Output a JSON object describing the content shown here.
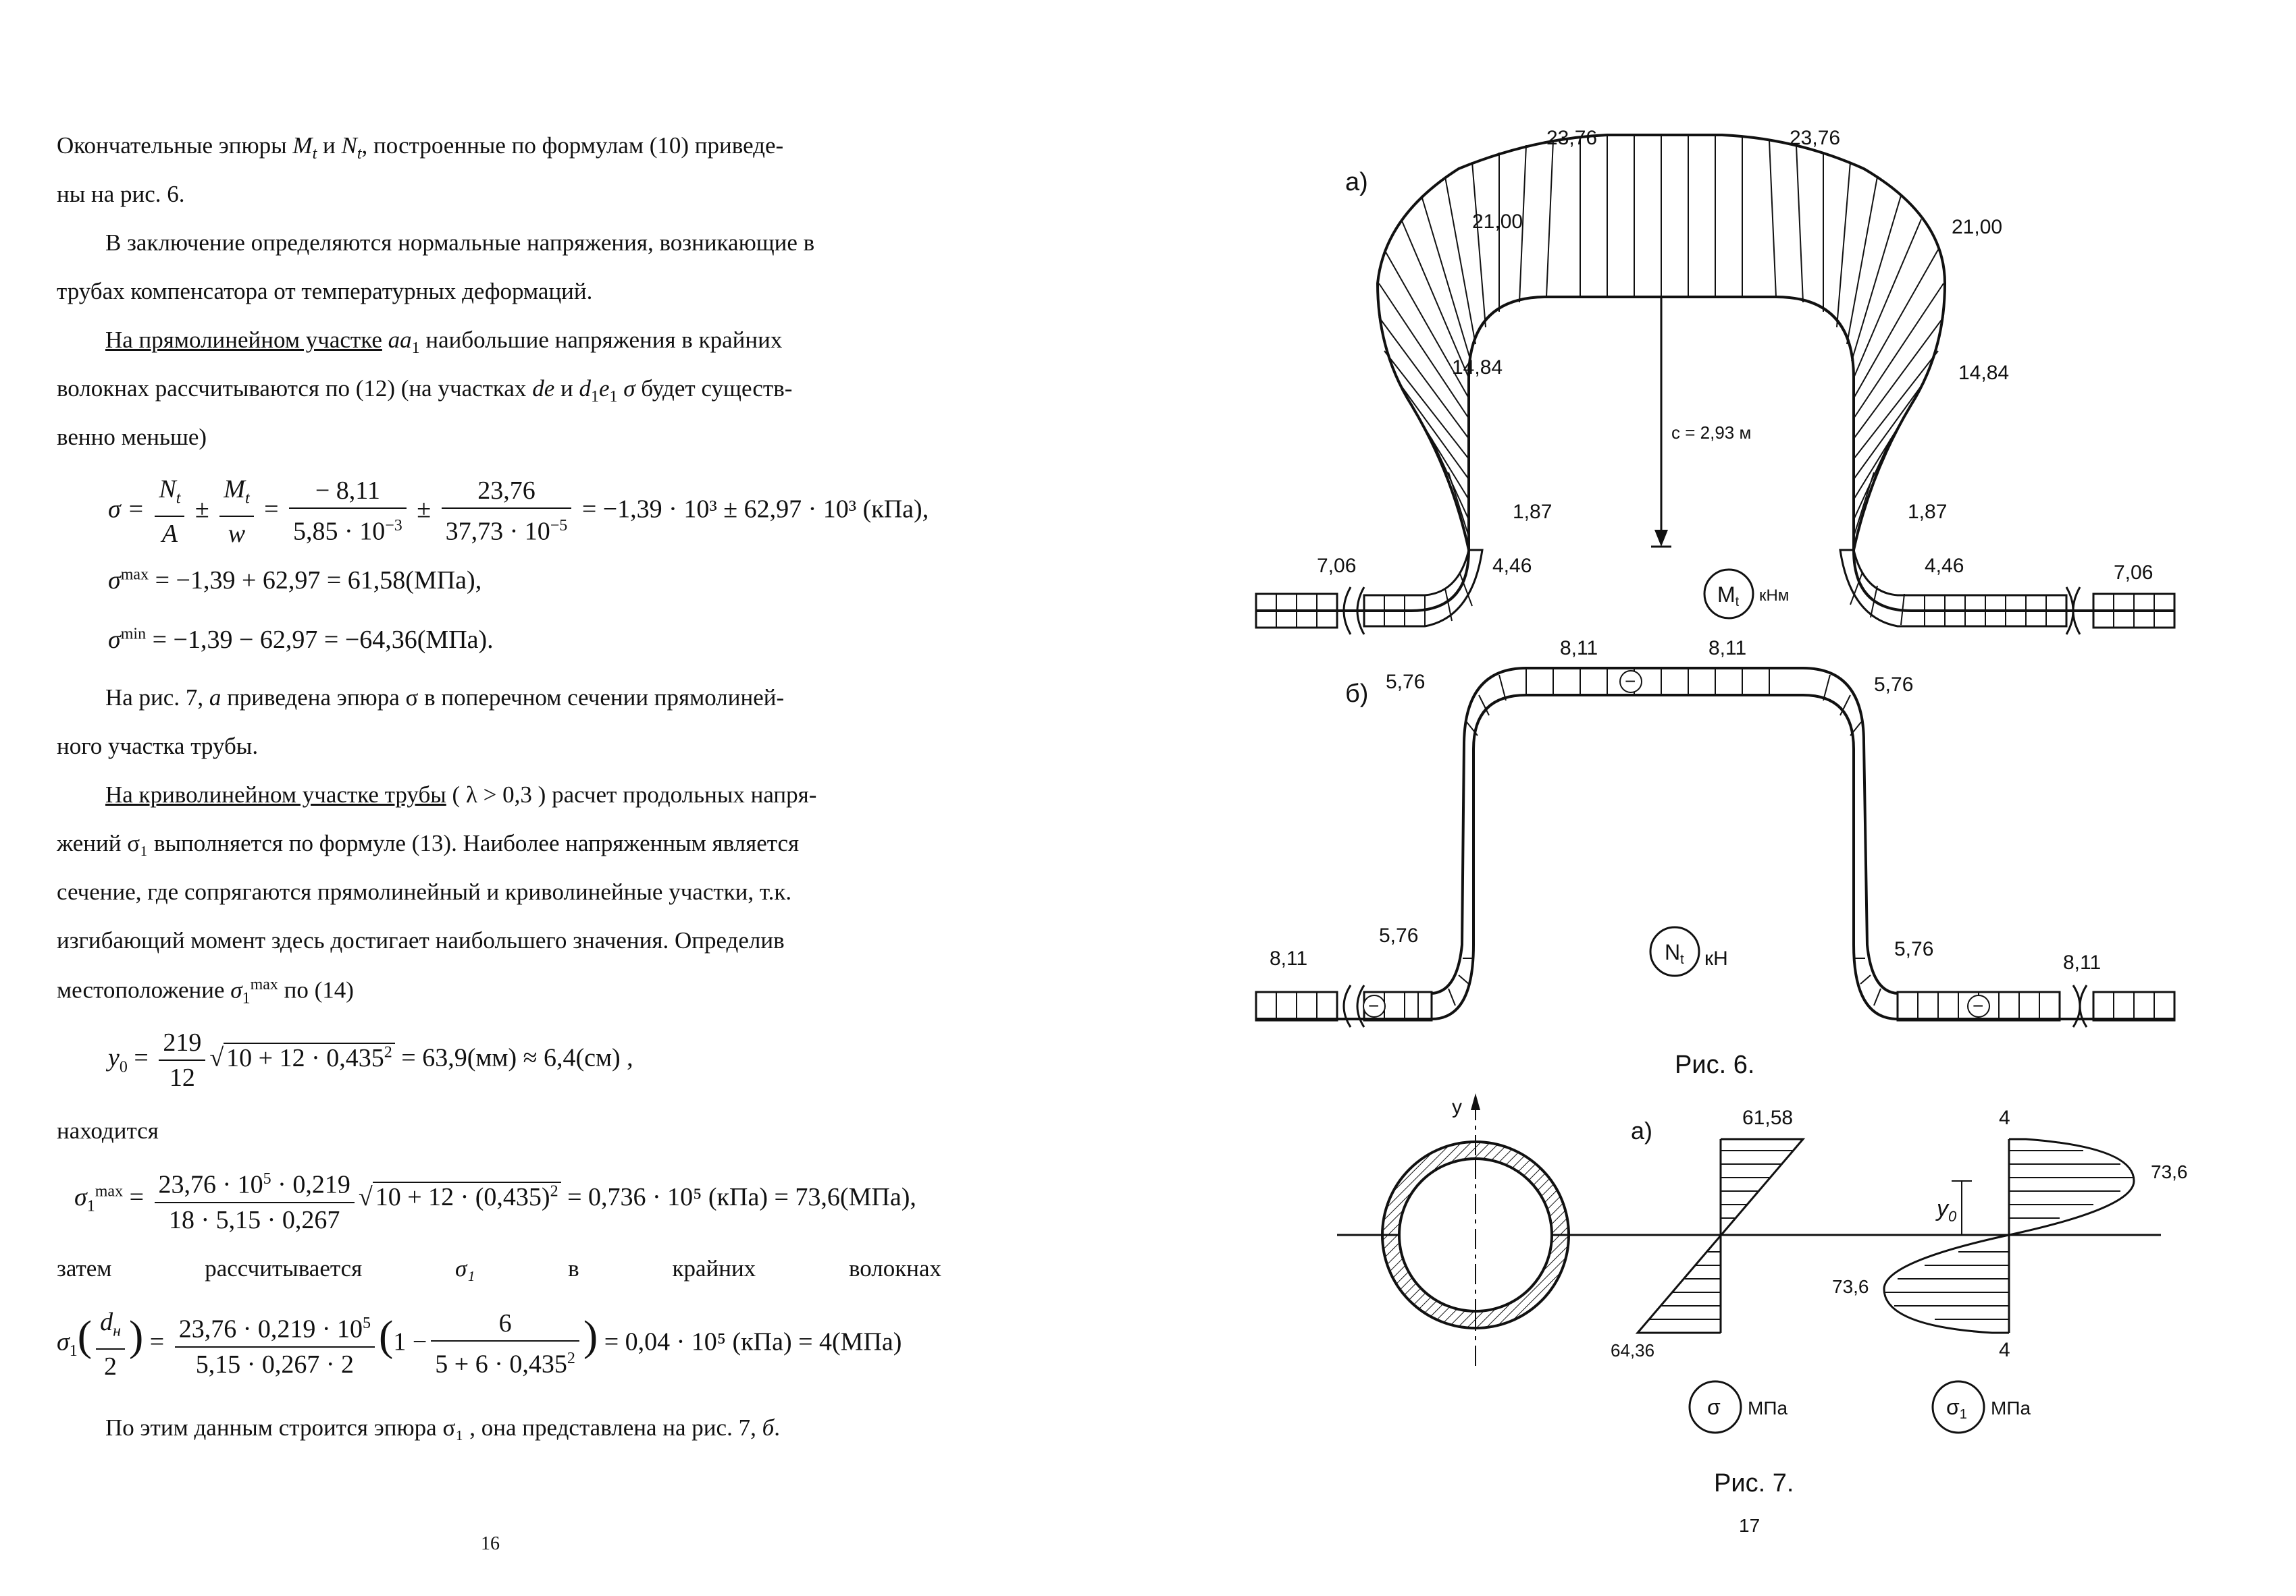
{
  "left_page": {
    "p1": {
      "t1": "Окончательные эпюры ",
      "m": "M",
      "m_sub": "t",
      "and": " и ",
      "n": "N",
      "n_sub": "t",
      "t2": ", построенные по формулам (10) приведе-",
      "t3": "ны на рис. 6."
    },
    "p2": {
      "l1": "В заключение определяются нормальные напряжения, возникающие в",
      "l2": "трубах компенсатора от температурных деформаций."
    },
    "p3": {
      "u": "На прямолинейном участке",
      "aa": "aa",
      "aa_sub": "1",
      "l1": " наибольшие напряжения в крайних",
      "l2a": "волокнах рассчитываются по (12)  (на участках ",
      "de": "de",
      "and": " и ",
      "d1e1": "d",
      "d1e1_sub": "1",
      "d1e1_e": "e",
      "d1e1_sub2": "1",
      "sig": " σ ",
      "l2b": "будет существ-",
      "l3": "венно меньше)"
    },
    "eq1": {
      "sigma": "σ =",
      "n": "N",
      "sub": "t",
      "a": "A",
      "pm1": "±",
      "m": "M",
      "w": "w",
      "eq": "=",
      "n1": "− 8,11",
      "d1": "5,85 · 10",
      "d1e": "−3",
      "pm2": "±",
      "n2": "23,76",
      "d2": "37,73 · 10",
      "d2e": "−5",
      "rhs": "= −1,39 · 10³ ± 62,97 · 10³ (кПа),"
    },
    "eq2": {
      "s": "σ",
      "sup": "max",
      "rhs": " = −1,39 + 62,97 = 61,58(МПа),"
    },
    "eq3": {
      "s": "σ",
      "sup": "min",
      "rhs": " = −1,39 − 62,97 = −64,36(МПа)."
    },
    "p4": {
      "l1a": "На рис. 7, ",
      "a": "а",
      "l1b": " приведена эпюра  σ   в поперечном сечении прямолиней-",
      "l2": "ного участка трубы."
    },
    "p5": {
      "u": "На криволинейном участке трубы",
      "l1": " ( λ > 0,3 ) расчет продольных напря-",
      "l2": "жений  σ₁  выполняется по формуле (13). Наиболее напряженным является",
      "l3": "сечение, где сопрягаются прямолинейный и криволинейные участки, т.к.",
      "l4": "изгибающий момент здесь достигает наибольшего значения. Определив",
      "l5a": "местоположение ",
      "l5s": "σ",
      "l5sub": "1",
      "l5sup": "max",
      "l5b": " по (14)"
    },
    "eq4": {
      "y": "y",
      "ysub": "0",
      "eq": " =",
      "num": "219",
      "den": "12",
      "rad": "10 + 12 · 0,435",
      "rad_e": "2",
      "rhs": " = 63,9(мм) ≈ 6,4(см) ,"
    },
    "found": "находится",
    "eq5": {
      "s": "σ",
      "sub": "1",
      "sup": "max",
      "eq": " =",
      "num": "23,76 · 10",
      "num_e": "5",
      "num2": " · 0,219",
      "den": "18 · 5,15 · 0,267",
      "rad": "10 + 12 · (0,435)",
      "rad_e": "2",
      "rhs": " = 0,736 · 10⁵ (кПа) = 73,6(МПа),"
    },
    "then": {
      "w1": "затем",
      "w2": "рассчитывается",
      "w3": "σ₁",
      "w4": "в",
      "w5": "крайних",
      "w6": "волокнах"
    },
    "eq6": {
      "s": "σ",
      "sub": "1",
      "dn": "d",
      "dn_sub": "н",
      "two": "2",
      "eq": "=",
      "num": "23,76 · 0,219 · 10",
      "num_e": "5",
      "den": "5,15 · 0,267 · 2",
      "one": "1 −",
      "n6": "6",
      "d6": "5 + 6 · 0,435",
      "d6_e": "2",
      "rhs": "= 0,04 · 10⁵ (кПа) = 4(МПа)"
    },
    "p6": {
      "t1": "По этим данным строится эпюра  σ₁ , она представлена на рис. 7, ",
      "b": "б",
      "t2": "."
    },
    "page_number": "16"
  },
  "right_page": {
    "fig6": {
      "label_a": "а)",
      "label_b": "б)",
      "mt_labels": {
        "top_l": "23,76",
        "top_r": "23,76",
        "upper_l": "21,00",
        "upper_r": "21,00",
        "mid_l": "14,84",
        "mid_r": "14,84",
        "low_l": "1,87",
        "low_r": "1,87",
        "base_l": "4,46",
        "base_r": "4,46",
        "end_l": "7,06",
        "end_r": "7,06",
        "c": "c = 2,93 м"
      },
      "mt_badge": "M",
      "mt_badge_sub": "t",
      "mt_unit": "кНм",
      "nt_labels": {
        "top_l": "8,11",
        "top_r": "8,11",
        "shoulder_l": "5,76",
        "shoulder_r": "5,76",
        "low_l": "5,76",
        "low_r": "5,76",
        "end_l": "8,11",
        "end_r": "8,11"
      },
      "minus": "−",
      "nt_badge": "N",
      "nt_badge_sub": "t",
      "nt_unit": "кН",
      "caption": "Рис. 6."
    },
    "fig7": {
      "y_axis": "y",
      "label_a": "а)",
      "s_top": "61,58",
      "s_bottom": "64,36",
      "s1_top": "4",
      "s1_bottom": "4",
      "s1_right": "73,6",
      "s1_left": "73,6",
      "y0": "y",
      "y0_sub": "0",
      "badge1": "σ",
      "unit1": "МПа",
      "badge2": "σ",
      "badge2_sub": "1",
      "unit2": "МПа",
      "caption": "Рис. 7."
    },
    "page_number": "17"
  }
}
